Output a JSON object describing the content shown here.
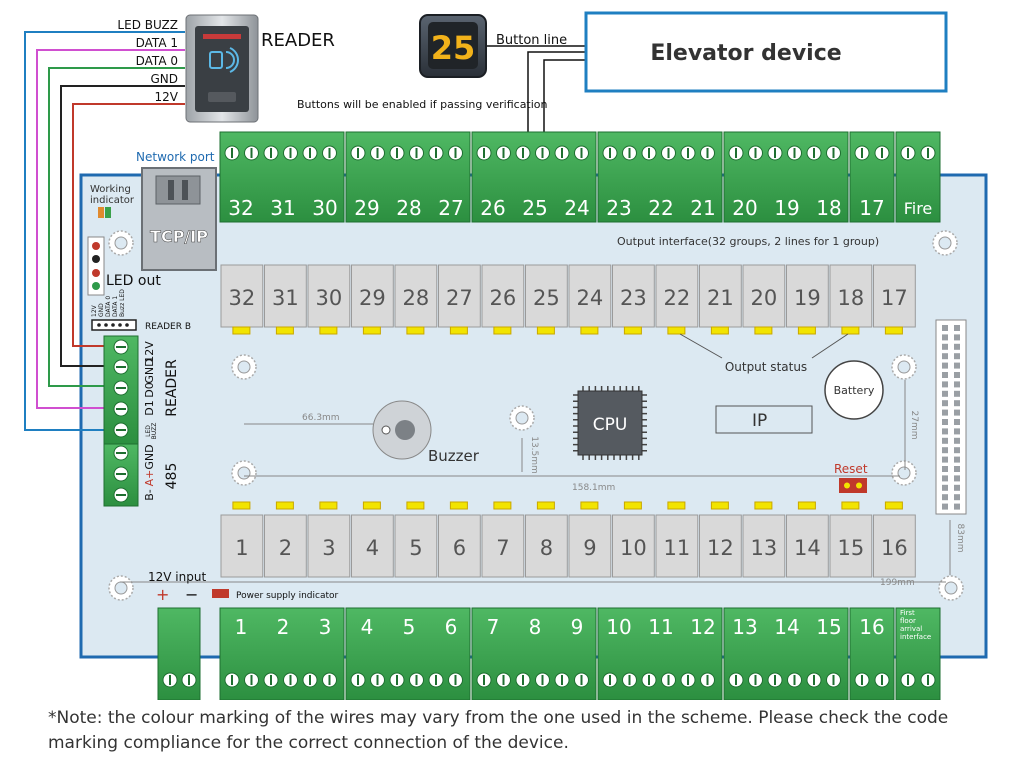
{
  "reader": {
    "title": "READER",
    "wires": [
      "LED BUZZ",
      "DATA 1",
      "DATA 0",
      "GND",
      "12V"
    ]
  },
  "button": {
    "number": "25",
    "line_label": "Button line",
    "enabled_note": "Buttons will be enabled if passing verification"
  },
  "elevator": {
    "label": "Elevator device"
  },
  "board": {
    "network_port": "Network port",
    "tcp_label": "TCP/IP",
    "working_indicator": [
      "Working",
      "indicator"
    ],
    "led_out": "LED out",
    "reader_b": "READER B",
    "reader_b_pins": [
      "12V",
      "GND",
      "DATA 0",
      "DATA 1",
      "Buzz LED"
    ],
    "reader_terminal_label": "READER",
    "reader_pins": [
      "12V",
      "GND",
      "D0",
      "D1",
      "LED",
      "BUZZ"
    ],
    "rs485": {
      "label": "485",
      "pins": [
        "GND",
        "A+",
        "B-"
      ]
    },
    "top_terminals": [
      "32",
      "31",
      "30",
      "29",
      "28",
      "27",
      "26",
      "25",
      "24",
      "23",
      "22",
      "21",
      "20",
      "19",
      "18",
      "17"
    ],
    "fire_label": "Fire",
    "output_interface": "Output interface(32 groups, 2 lines for 1 group)",
    "output_status": "Output status",
    "relays_top": [
      "32",
      "31",
      "30",
      "29",
      "28",
      "27",
      "26",
      "25",
      "24",
      "23",
      "22",
      "21",
      "20",
      "19",
      "18",
      "17"
    ],
    "relays_bottom": [
      "1",
      "2",
      "3",
      "4",
      "5",
      "6",
      "7",
      "8",
      "9",
      "10",
      "11",
      "12",
      "13",
      "14",
      "15",
      "16"
    ],
    "bottom_terminals": [
      "1",
      "2",
      "3",
      "4",
      "5",
      "6",
      "7",
      "8",
      "9",
      "10",
      "11",
      "12",
      "13",
      "14",
      "15",
      "16"
    ],
    "first_floor": [
      "First",
      "floor",
      "arrival",
      "interface"
    ],
    "cpu_label": "CPU",
    "ip_label": "IP",
    "battery_label": "Battery",
    "buzzer_label": "Buzzer",
    "reset_label": "Reset",
    "power_input": "12V input",
    "power_plus": "+",
    "power_minus": "−",
    "power_indicator": "Power supply indicator",
    "dimensions": [
      "66.3mm",
      "13.5mm",
      "158.1mm",
      "27mm",
      "83mm",
      "199mm"
    ]
  },
  "note": "*Note: the colour marking of the wires may vary from the one used in the scheme. Please check the code marking compliance for the correct connection of the device.",
  "colors": {
    "board": "#dce9f2",
    "board_border": "#1f6ab0",
    "terminal_green": "#2f9a45",
    "relay": "#d9d9d9",
    "indicator_led": "#f2e400",
    "elevator_border": "#1f7fc1",
    "wire_blue": "#1f7fc1",
    "wire_magenta": "#d04fd0",
    "wire_green": "#2e9a4a",
    "wire_black": "#222222",
    "wire_red": "#c0392b"
  }
}
